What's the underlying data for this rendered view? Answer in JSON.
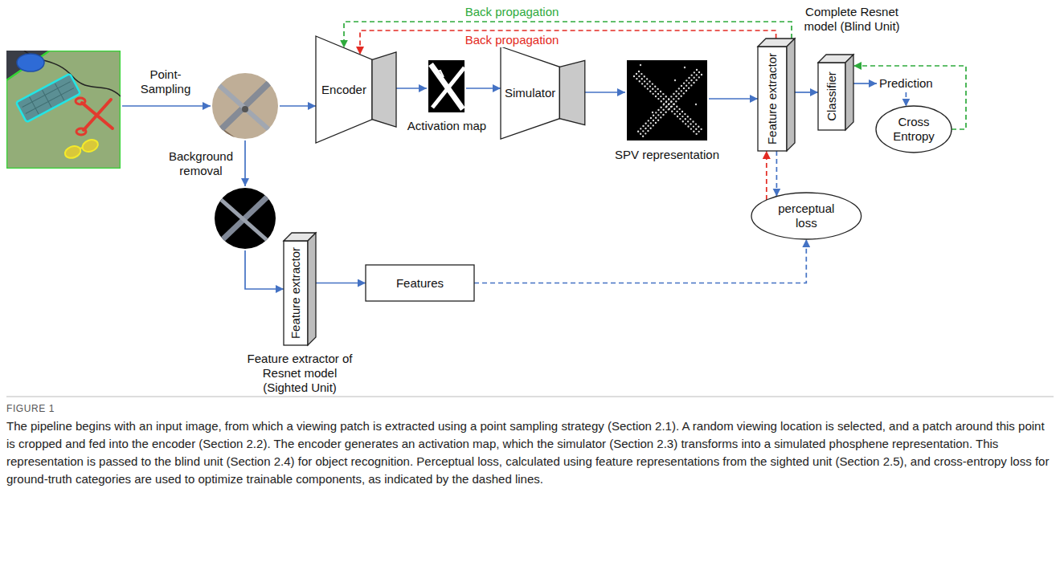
{
  "diagram": {
    "caption": "The pipeline begins with an input image, from which a viewing patch is extracted using a point sampling strategy (Section 2.1). A random viewing location is selected, and a patch around this point is cropped and fed into the encoder (Section 2.2). The encoder generates an activation map, which the simulator (Section 2.3) transforms into a simulated phosphene representation. This representation is passed to the blind unit (Section 2.4) for object recognition. Perceptual loss, calculated using feature representations from the sighted unit (Section 2.5), and cross-entropy loss for ground-truth categories are used to optimize trainable components, as indicated by the dashed lines.",
    "nodes": [
      {
        "text": [
          "Encoder"
        ]
      },
      {
        "text": [
          "Simulator"
        ]
      },
      {
        "text": [
          "Feature extractor"
        ]
      },
      {
        "text": [
          "Classifier"
        ]
      },
      {
        "text": [
          "Cross Entropy"
        ]
      },
      {
        "text": [
          "Feature extractor",
          "Feature extractor of Resnet model (Sighted Unit)"
        ]
      },
      {
        "text": [
          "Features"
        ]
      },
      {
        "text": [
          "perceptual loss"
        ]
      }
    ],
    "edges": [
      {
        "from": 2,
        "to": 3,
        "arrow": "to"
      },
      {
        "from": 2,
        "to": 7,
        "arrow": "to"
      },
      {
        "from": 7,
        "to": 2,
        "arrow": "to"
      },
      {
        "from": 2,
        "to": 0,
        "label": "Back propagation",
        "arrow": "to"
      },
      {
        "from": 2,
        "to": 0,
        "label": "Back propagation",
        "arrow": "to"
      },
      {
        "from": 4,
        "to": 3,
        "arrow": "to"
      },
      {
        "from": 5,
        "to": 6,
        "arrow": "to"
      },
      {
        "from": 6,
        "to": 7,
        "arrow": "to"
      }
    ],
    "labels": [
      "Point-Sampling",
      "Background removal",
      "Activation map",
      "SPV representation",
      "Complete Resnet model (Blind Unit)",
      "Prediction",
      "FIGURE 1"
    ]
  }
}
